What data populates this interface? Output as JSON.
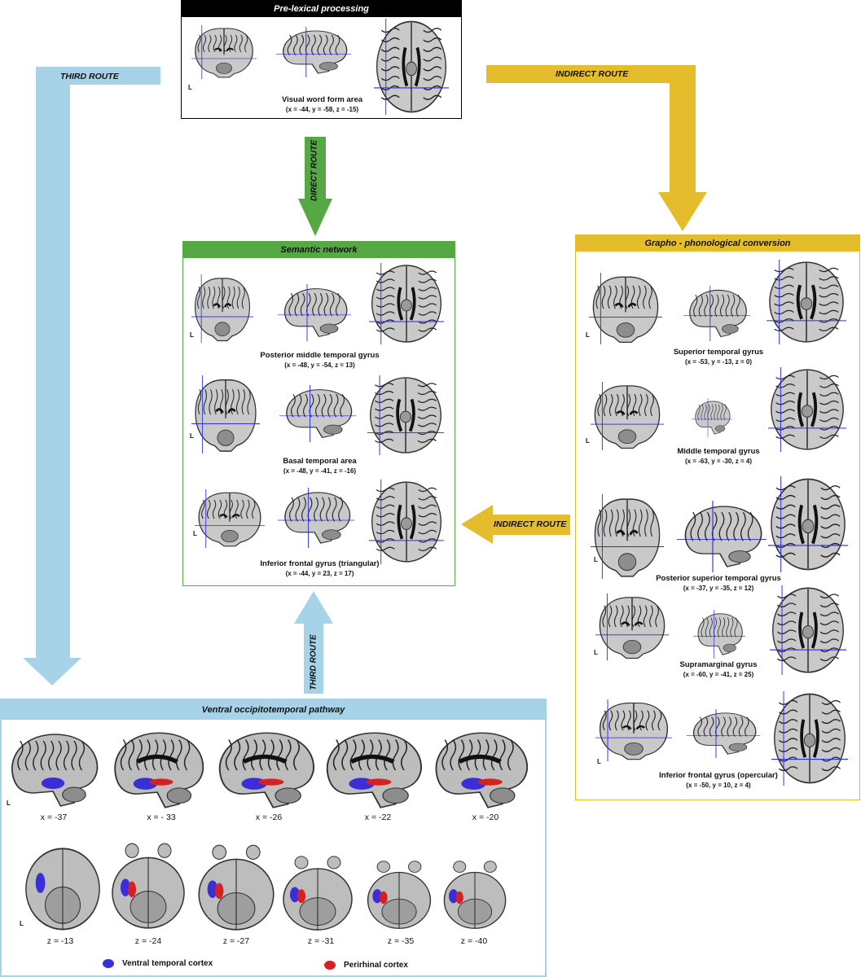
{
  "colors": {
    "prelexical": "#000000",
    "semantic": "#55a843",
    "grapho": "#e5bd2c",
    "ventral": "#a6d3e7",
    "crosshair": "#2a2ae0",
    "ventral_temporal": "#3a2ed6",
    "perirhinal": "#d42222"
  },
  "orientation_marker": "L",
  "routes": {
    "third_route": "THIRD ROUTE",
    "indirect_route": "INDIRECT ROUTE",
    "direct_route": "DIRECT ROUTE"
  },
  "prelexical": {
    "title": "Pre-lexical processing",
    "regions": [
      {
        "name": "Visual word form area",
        "coords": "(x = -44, y = -58, z = -15)"
      }
    ]
  },
  "semantic": {
    "title": "Semantic network",
    "regions": [
      {
        "name": "Posterior middle temporal gyrus",
        "coords": "(x = -48, y = -54, z = 13)"
      },
      {
        "name": "Basal temporal area",
        "coords": "(x = -48, y = -41, z = -16)"
      },
      {
        "name": "Inferior frontal gyrus (triangular)",
        "coords": "(x = -44, y = 23, z = 17)"
      }
    ]
  },
  "grapho": {
    "title": "Grapho - phonological conversion",
    "regions": [
      {
        "name": "Superior temporal gyrus",
        "coords": "(x = -53, y = -13, z = 0)"
      },
      {
        "name": "Middle temporal gyrus",
        "coords": "(x = -63, y = -30, z = 4)"
      },
      {
        "name": "Posterior superior temporal gyrus",
        "coords": "(x = -37, y = -35, z = 12)"
      },
      {
        "name": "Supramarginal gyrus",
        "coords": "(x = -60, y = -41, z = 25)"
      },
      {
        "name": "Inferior frontal gyrus (opercular)",
        "coords": "(x = -50, y = 10, z = 4)"
      }
    ]
  },
  "ventral": {
    "title": "Ventral occipitotemporal pathway",
    "sagittal_labels": [
      "x = -37",
      "x = - 33",
      "x = -26",
      "x = -22",
      "x = -20"
    ],
    "axial_labels": [
      "z = -13",
      "z = -24",
      "z = -27",
      "z = -31",
      "z = -35",
      "z = -40"
    ],
    "legend": {
      "ventral_temporal": "Ventral temporal cortex",
      "perirhinal": "Perirhinal cortex"
    }
  }
}
